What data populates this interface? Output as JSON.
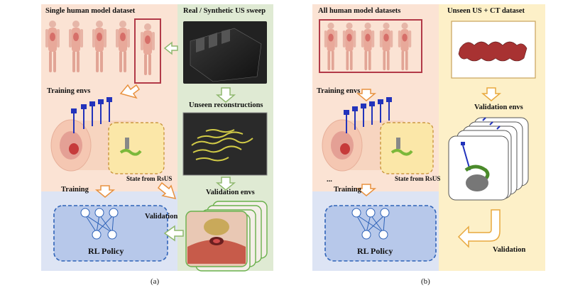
{
  "panel_a": {
    "single_dataset_label": "Single human model dataset",
    "sweep_label": "Real / Synthetic US sweep",
    "training_envs_label": "Training envs",
    "unseen_recon_label": "Unseen reconstructions",
    "state_label": "State from RsUS",
    "training_label": "Training",
    "validation_envs_label": "Validation envs",
    "validation_label": "Validation",
    "policy_label": "RL Policy",
    "caption": "(a)"
  },
  "panel_b": {
    "all_datasets_label": "All human model datasets",
    "unseen_ct_label": "Unseen US + CT dataset",
    "training_envs_label": "Training envs",
    "validation_envs_label": "Validation envs",
    "state_label": "State from RsUS",
    "ellipsis": "...",
    "training_label": "Training",
    "validation_label": "Validation",
    "policy_label": "RL Policy",
    "caption": "(b)"
  },
  "colors": {
    "training_bg": "#fbe3d4",
    "sweep_bg": "#dfead3",
    "policy_bg": "#dde4f4",
    "ct_bg": "#fdf0c8",
    "arrow_orange": "#e8913e",
    "arrow_green": "#8fb86e",
    "box_red": "#b23a48",
    "dash_blue": "#2f63b8"
  }
}
